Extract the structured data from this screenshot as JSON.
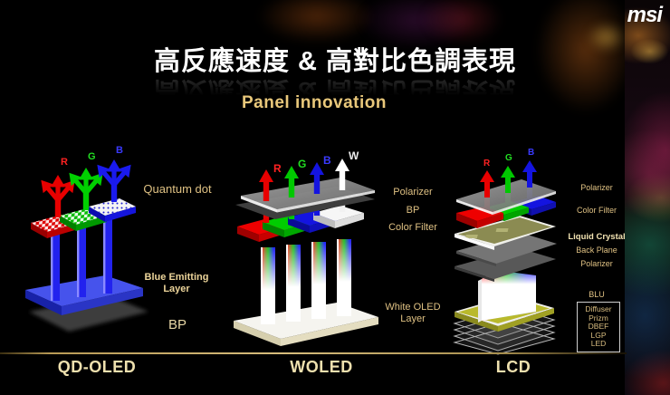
{
  "brand": "msi",
  "header": {
    "title": "高反應速度 & 高對比色調表現",
    "subtitle": "Panel innovation"
  },
  "panels": [
    {
      "caption": "QD-OLED",
      "arrows": [
        "R",
        "G",
        "B"
      ],
      "labels": [
        "Quantum dot",
        "Blue Emitting Layer",
        "BP"
      ]
    },
    {
      "caption": "WOLED",
      "arrows": [
        "R",
        "G",
        "B",
        "W"
      ],
      "labels": [
        "Polarizer",
        "BP",
        "Color Filter",
        "White OLED Layer"
      ]
    },
    {
      "caption": "LCD",
      "arrows": [
        "R",
        "G",
        "B"
      ],
      "labels": [
        "Polarizer",
        "Color Filter",
        "Liquid Crystal",
        "Back Plane",
        "Polarizer",
        "BLU"
      ],
      "stack_box": [
        "Diffuser",
        "Prizm",
        "DBEF",
        "LGP",
        "LED"
      ]
    }
  ],
  "colors": {
    "accent_gold": "#e9c87b",
    "label_gold": "#dfc183",
    "caption_gold": "#eee0ae",
    "red": "#e80000",
    "green": "#00cc00",
    "blue": "#1414e0",
    "white": "#ffffff"
  }
}
